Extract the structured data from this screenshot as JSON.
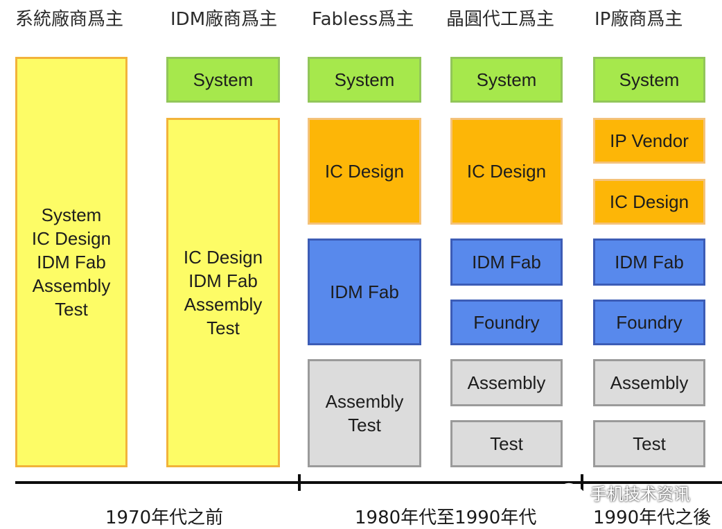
{
  "columns": [
    {
      "title": "系統廠商爲主",
      "boxes": [
        {
          "color": "yellow",
          "lines": [
            "System",
            "IC Design",
            "IDM Fab",
            "Assembly",
            "Test"
          ]
        }
      ]
    },
    {
      "title": "IDM廠商爲主",
      "boxes": [
        {
          "color": "green",
          "lines": [
            "System"
          ]
        },
        {
          "color": "yellow",
          "lines": [
            "IC Design",
            "IDM Fab",
            "Assembly",
            "Test"
          ]
        }
      ]
    },
    {
      "title": "Fabless爲主",
      "boxes": [
        {
          "color": "green",
          "lines": [
            "System"
          ]
        },
        {
          "color": "orange",
          "lines": [
            "IC Design"
          ]
        },
        {
          "color": "blue",
          "lines": [
            "IDM Fab"
          ]
        },
        {
          "color": "gray",
          "lines": [
            "Assembly",
            "Test"
          ]
        }
      ]
    },
    {
      "title": "晶圓代工爲主",
      "boxes": [
        {
          "color": "green",
          "lines": [
            "System"
          ]
        },
        {
          "color": "orange",
          "lines": [
            "IC Design"
          ]
        },
        {
          "color": "blue",
          "lines": [
            "IDM Fab"
          ]
        },
        {
          "color": "blue",
          "lines": [
            "Foundry"
          ]
        },
        {
          "color": "gray",
          "lines": [
            "Assembly"
          ]
        },
        {
          "color": "gray",
          "lines": [
            "Test"
          ]
        }
      ]
    },
    {
      "title": "IP廠商爲主",
      "boxes": [
        {
          "color": "green",
          "lines": [
            "System"
          ]
        },
        {
          "color": "orange",
          "lines": [
            "IP Vendor"
          ]
        },
        {
          "color": "orange",
          "lines": [
            "IC Design"
          ]
        },
        {
          "color": "blue",
          "lines": [
            "IDM Fab"
          ]
        },
        {
          "color": "blue",
          "lines": [
            "Foundry"
          ]
        },
        {
          "color": "gray",
          "lines": [
            "Assembly"
          ]
        },
        {
          "color": "gray",
          "lines": [
            "Test"
          ]
        }
      ]
    }
  ],
  "timeline": {
    "eras": [
      "1970年代之前",
      "1980年代至1990年代",
      "1990年代之後"
    ]
  },
  "watermark": {
    "text": "手机技术资讯",
    "icon": "wechat-icon"
  },
  "colors": {
    "yellow": "#fdfc66",
    "green": "#a6e84c",
    "orange": "#fdb607",
    "blue": "#5889ec",
    "gray": "#dcdcdc"
  }
}
